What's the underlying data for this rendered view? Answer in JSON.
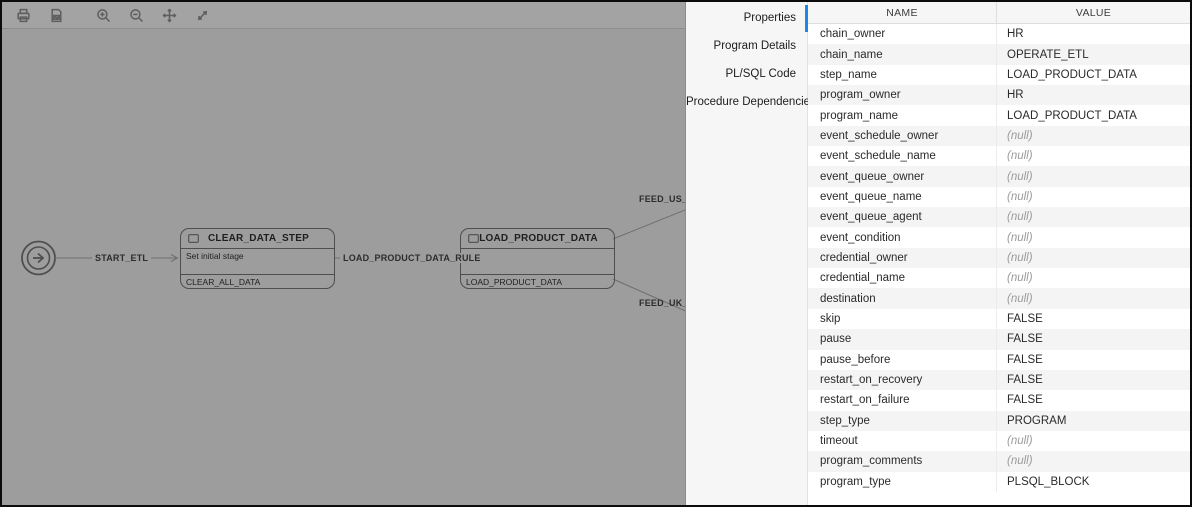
{
  "colors": {
    "accent": "#1E86E5",
    "canvas": "#9D9D9D",
    "toolbar": "#A3A3A3"
  },
  "diagram": {
    "toolbar_icons": [
      "print",
      "export-diagram-image",
      "zoom-in",
      "zoom-out",
      "pan",
      "fit-to-window"
    ],
    "nodes": [
      {
        "name": "start"
      },
      {
        "title": "CLEAR_DATA_STEP",
        "body": "Set initial stage",
        "footer": "CLEAR_ALL_DATA"
      },
      {
        "title": "LOAD_PRODUCT_DATA",
        "body": "",
        "footer": "LOAD_PRODUCT_DATA"
      }
    ],
    "edges": [
      {
        "label": "START_ETL"
      },
      {
        "label": "LOAD_PRODUCT_DATA_RULE"
      },
      {
        "label": "FEED_US_DAT"
      },
      {
        "label": "FEED_UK_DAT"
      }
    ]
  },
  "panel": {
    "tabs": [
      {
        "label": "Properties",
        "selected": true
      },
      {
        "label": "Program Details",
        "selected": false
      },
      {
        "label": "PL/SQL Code",
        "selected": false
      },
      {
        "label": "Procedure Dependencies",
        "selected": false
      }
    ],
    "table": {
      "columns": [
        "NAME",
        "VALUE"
      ],
      "null_display": "(null)",
      "rows": [
        [
          "chain_owner",
          "HR"
        ],
        [
          "chain_name",
          "OPERATE_ETL"
        ],
        [
          "step_name",
          "LOAD_PRODUCT_DATA"
        ],
        [
          "program_owner",
          "HR"
        ],
        [
          "program_name",
          "LOAD_PRODUCT_DATA"
        ],
        [
          "event_schedule_owner",
          null
        ],
        [
          "event_schedule_name",
          null
        ],
        [
          "event_queue_owner",
          null
        ],
        [
          "event_queue_name",
          null
        ],
        [
          "event_queue_agent",
          null
        ],
        [
          "event_condition",
          null
        ],
        [
          "credential_owner",
          null
        ],
        [
          "credential_name",
          null
        ],
        [
          "destination",
          null
        ],
        [
          "skip",
          "FALSE"
        ],
        [
          "pause",
          "FALSE"
        ],
        [
          "pause_before",
          "FALSE"
        ],
        [
          "restart_on_recovery",
          "FALSE"
        ],
        [
          "restart_on_failure",
          "FALSE"
        ],
        [
          "step_type",
          "PROGRAM"
        ],
        [
          "timeout",
          null
        ],
        [
          "program_comments",
          null
        ],
        [
          "program_type",
          "PLSQL_BLOCK"
        ]
      ]
    }
  }
}
